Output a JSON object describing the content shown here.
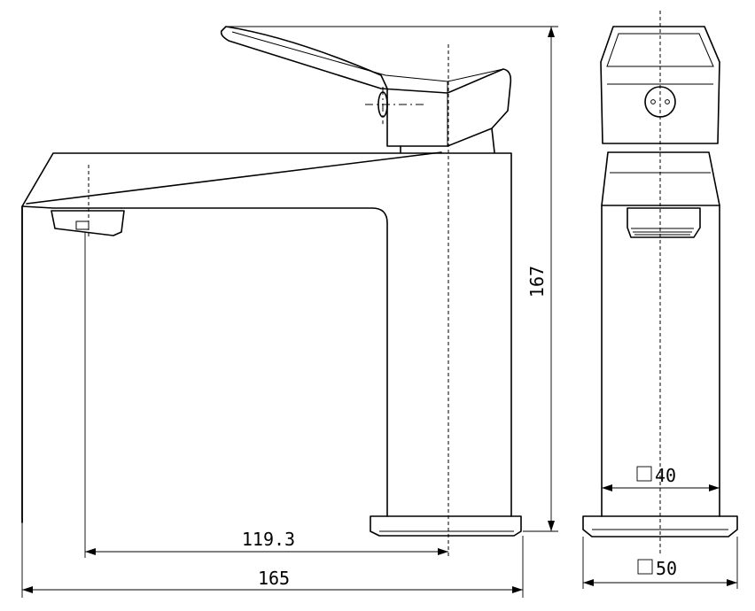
{
  "dimensions": {
    "total_length": "165",
    "spout_reach": "119.3",
    "total_height": "167",
    "body_section": "40",
    "base_section": "50"
  },
  "symbols": {
    "square_section": "square-section-symbol"
  }
}
